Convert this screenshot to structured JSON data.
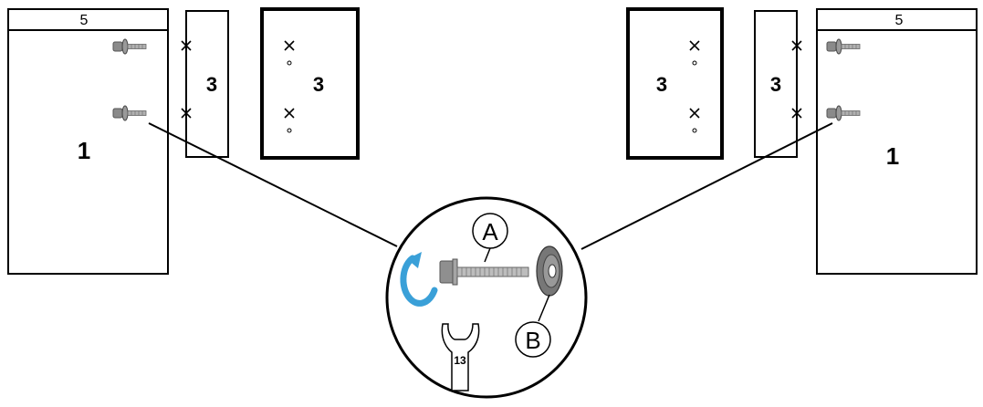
{
  "left_assembly": {
    "top_panel_label": "5",
    "side_panel_label": "1",
    "edge_panel_label": "3",
    "face_panel_label": "3"
  },
  "right_assembly": {
    "top_panel_label": "5",
    "side_panel_label": "1",
    "edge_panel_label": "3",
    "face_panel_label": "3"
  },
  "detail": {
    "bolt_label": "A",
    "washer_label": "B",
    "wrench_size": "13"
  },
  "colors": {
    "line": "#000000",
    "hardware": "#7a7a7a",
    "rotate_arrow": "#3aa0d8"
  }
}
